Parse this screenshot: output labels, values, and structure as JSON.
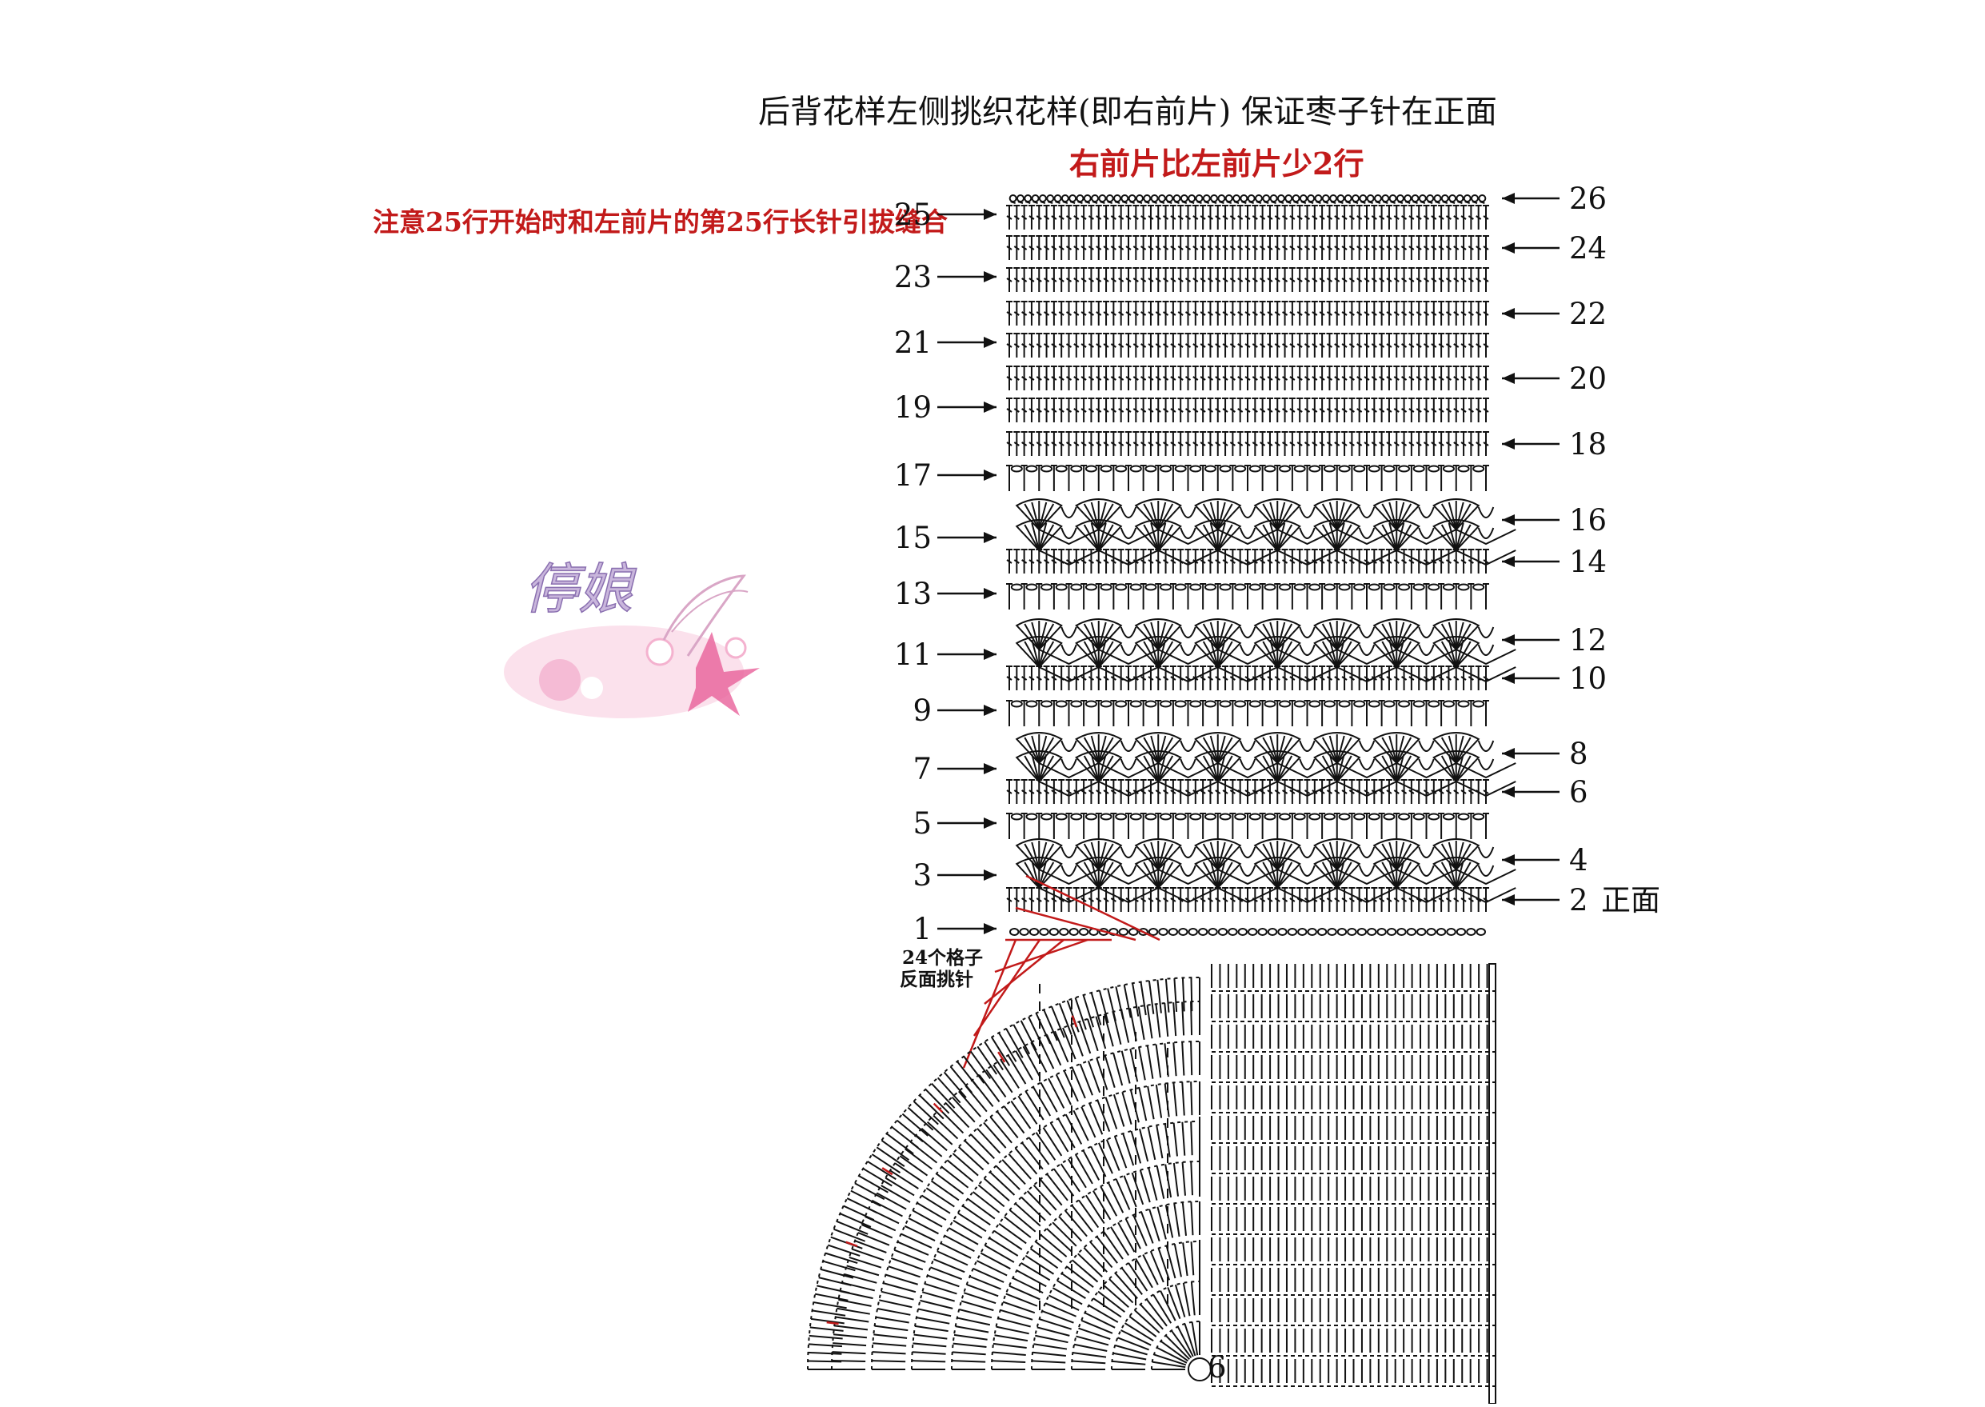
{
  "title": "后背花样左侧挑织花样(即右前片) 保证枣子针在正面",
  "subtitle": "右前片比左前片少2行",
  "note": "注意25行开始时和左前片的第25行长针引拔缝合",
  "pickup_note": [
    "24个格子",
    "反面挑针"
  ],
  "right_side_label": "正面",
  "watermark": "停娘",
  "rows": [
    {
      "n": "1",
      "side": "left",
      "type": "chain"
    },
    {
      "n": "2",
      "side": "right",
      "type": "dc"
    },
    {
      "n": "3",
      "side": "left",
      "type": "fan"
    },
    {
      "n": "4",
      "side": "right",
      "type": "fan"
    },
    {
      "n": "5",
      "side": "left",
      "type": "mesh"
    },
    {
      "n": "6",
      "side": "right",
      "type": "dc"
    },
    {
      "n": "7",
      "side": "left",
      "type": "fan"
    },
    {
      "n": "8",
      "side": "right",
      "type": "fan"
    },
    {
      "n": "9",
      "side": "left",
      "type": "mesh"
    },
    {
      "n": "10",
      "side": "right",
      "type": "dc"
    },
    {
      "n": "11",
      "side": "left",
      "type": "fan"
    },
    {
      "n": "12",
      "side": "right",
      "type": "fan"
    },
    {
      "n": "13",
      "side": "left",
      "type": "mesh"
    },
    {
      "n": "14",
      "side": "right",
      "type": "dc"
    },
    {
      "n": "15",
      "side": "left",
      "type": "fan"
    },
    {
      "n": "16",
      "side": "right",
      "type": "fan"
    },
    {
      "n": "17",
      "side": "left",
      "type": "mesh"
    },
    {
      "n": "18",
      "side": "right",
      "type": "dc"
    },
    {
      "n": "19",
      "side": "left",
      "type": "dc"
    },
    {
      "n": "20",
      "side": "right",
      "type": "dc"
    },
    {
      "n": "21",
      "side": "left",
      "type": "dc"
    },
    {
      "n": "22",
      "side": "right",
      "type": "dc"
    },
    {
      "n": "23",
      "side": "left",
      "type": "dc"
    },
    {
      "n": "24",
      "side": "right",
      "type": "dc"
    },
    {
      "n": "25",
      "side": "left",
      "type": "dc"
    },
    {
      "n": "26",
      "side": "right",
      "type": "picot"
    }
  ],
  "center_label": "6",
  "colors": {
    "ink": "#111111",
    "accent": "#c21a1a",
    "flower": "#f2a6c8"
  }
}
